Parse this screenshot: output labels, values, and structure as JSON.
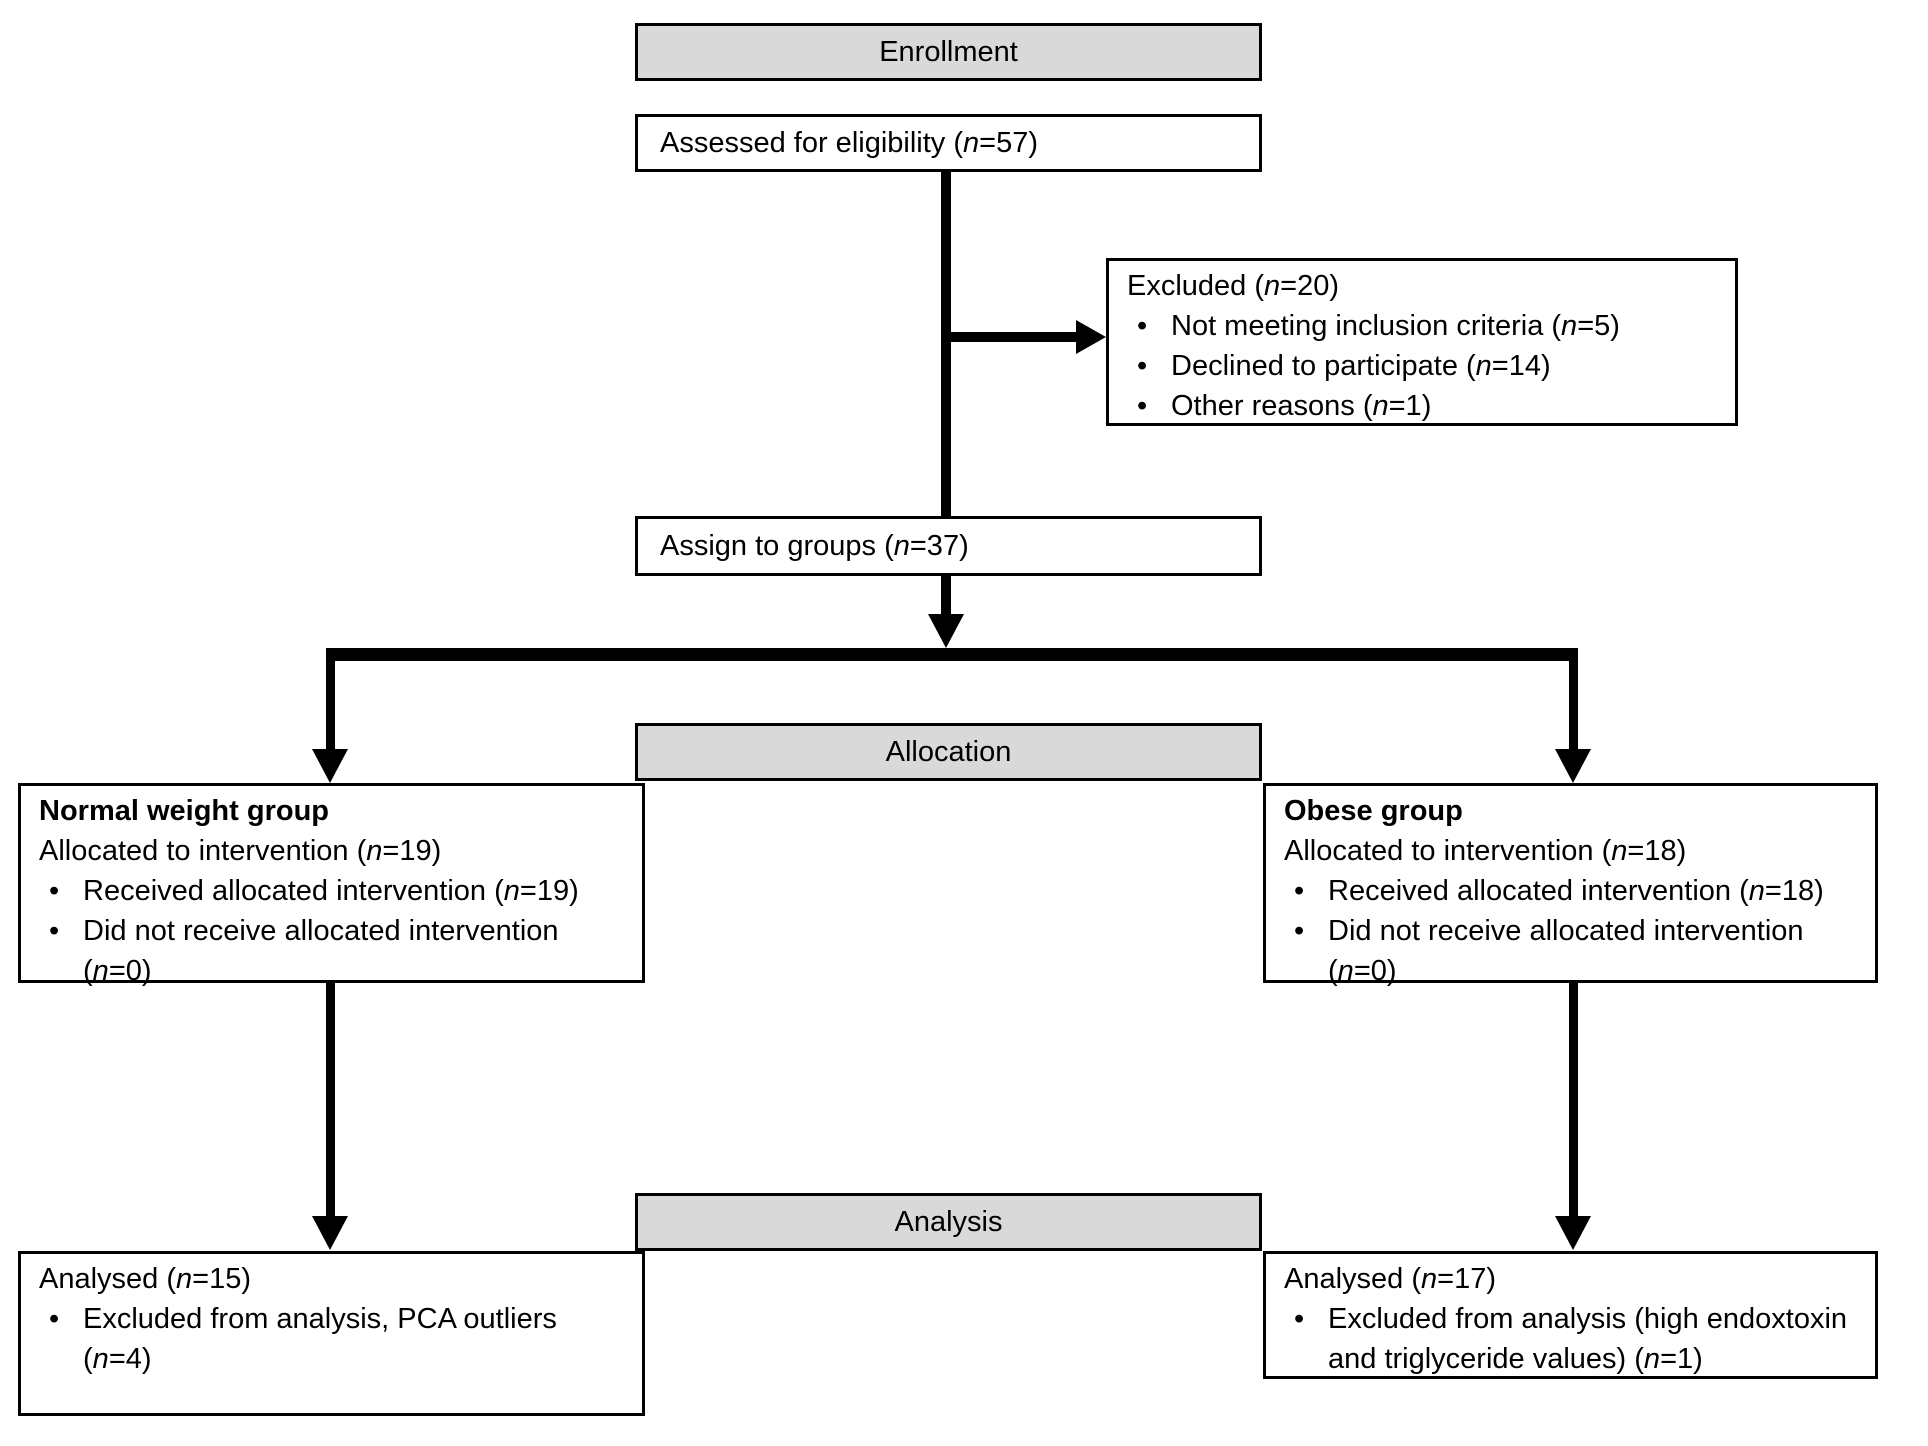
{
  "headers": {
    "enrollment": "Enrollment",
    "allocation": "Allocation",
    "analysis": "Analysis"
  },
  "boxes": {
    "assessed": {
      "pre": "Assessed for eligibility (",
      "n": "n",
      "post": "=57)"
    },
    "excluded": {
      "title": {
        "pre": "Excluded (",
        "n": "n",
        "post": "=20)"
      },
      "items": [
        {
          "pre": "Not meeting inclusion criteria (",
          "n": "n",
          "post": "=5)"
        },
        {
          "pre": "Declined to participate (",
          "n": "n",
          "post": "=14)"
        },
        {
          "pre": "Other reasons (",
          "n": "n",
          "post": "=1)"
        }
      ]
    },
    "assign": {
      "pre": "Assign to groups (",
      "n": "n",
      "post": "=37)"
    },
    "normal_weight": {
      "title": "Normal weight group",
      "subtitle": {
        "pre": "Allocated to intervention (",
        "n": "n",
        "post": "=19)"
      },
      "items": [
        {
          "pre": "Received allocated intervention (",
          "n": "n",
          "post": "=19)"
        },
        {
          "pre": "Did not receive allocated intervention (",
          "n": "n",
          "post": "=0)"
        }
      ]
    },
    "obese": {
      "title": "Obese group",
      "subtitle": {
        "pre": "Allocated to intervention (",
        "n": "n",
        "post": "=18)"
      },
      "items": [
        {
          "pre": "Received allocated intervention (",
          "n": "n",
          "post": "=18)"
        },
        {
          "pre": "Did not receive allocated intervention (",
          "n": "n",
          "post": "=0)"
        }
      ]
    },
    "analysed_left": {
      "title": {
        "pre": "Analysed (",
        "n": "n",
        "post": "=15)"
      },
      "items": [
        {
          "pre": "Excluded from analysis, PCA outliers (",
          "n": "n",
          "post": "=4)"
        }
      ]
    },
    "analysed_right": {
      "title": {
        "pre": "Analysed (",
        "n": "n",
        "post": "=17)"
      },
      "items": [
        {
          "pre": "Excluded from analysis (high endoxtoxin and triglyceride values) (",
          "n": "n",
          "post": "=1)"
        }
      ]
    }
  },
  "glyphs": {
    "bullet": "•"
  },
  "colors": {
    "header_fill": "#d9d9d9",
    "border": "#000000",
    "background": "#ffffff"
  }
}
